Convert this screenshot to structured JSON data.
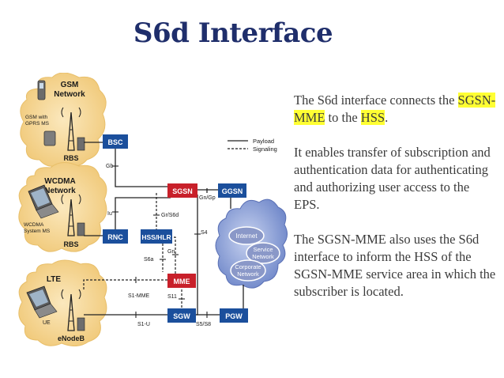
{
  "title": "S6d Interface",
  "paragraph1": {
    "pre": "The S6d interface connects the ",
    "sgsn_mme": "SGSN-MME",
    "mid": " to the ",
    "hss": "HSS",
    "post": "."
  },
  "paragraph2": "It enables transfer of subscription and authentication data for authenticating and authorizing user access to the EPS.",
  "paragraph3": "The SGSN-MME also uses the S6d interface to inform the HSS of  the SGSN-MME service area in which the subscriber is located.",
  "diagram": {
    "clouds": {
      "gsm": {
        "title1": "GSM",
        "title2": "Network",
        "ms1": "GSM with",
        "ms2": "GPRS MS",
        "station": "RBS"
      },
      "wcdma": {
        "title1": "WCDMA",
        "title2": "Network",
        "ms1": "WCDMA",
        "ms2": "System MS",
        "station": "RBS"
      },
      "lte": {
        "title1": "LTE",
        "ue": "UE",
        "station": "eNodeB"
      },
      "service": {
        "internet": "Internet",
        "service1": "Service",
        "service2": "Network",
        "corporate1": "Corporate",
        "corporate2": "Network"
      }
    },
    "nodes": {
      "bsc": "BSC",
      "rnc": "RNC",
      "sgsn": "SGSN",
      "ggsn": "GGSN",
      "hss": "HSS/HLR",
      "mme": "MME",
      "sgw": "SGW",
      "pgw": "PGW"
    },
    "interfaces": {
      "gb": "Gb",
      "iu": "Iu",
      "gngp1": "Gn/Gp",
      "grs6d": "Gr/S6d",
      "gn": "Gn",
      "s6a": "S6a",
      "s4": "S4",
      "s11": "S11",
      "s1mme": "S1-MME",
      "s1u": "S1-U",
      "s5s8": "S5/S8"
    },
    "legend": {
      "payload": "Payload",
      "signaling": "Signaling"
    },
    "colors": {
      "blue_node": "#1b4f9c",
      "red_node": "#c8202a",
      "cloud": "#f5d598",
      "service_cloud": "#8a9ed6"
    }
  }
}
